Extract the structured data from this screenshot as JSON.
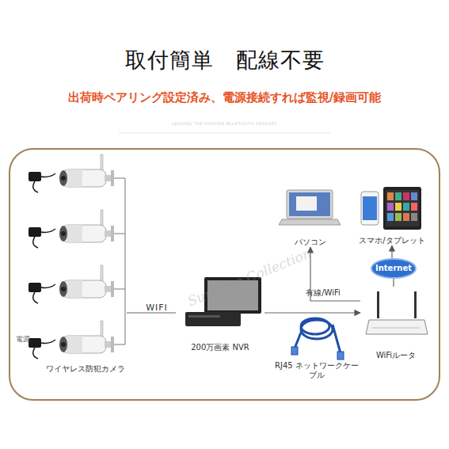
{
  "diagram": {
    "title": "取付簡単　配線不要",
    "nodes": [
      {
        "text": [
          "ワイヤレス防犯カメラ"
        ]
      },
      {
        "text": [
          "パソコン"
        ]
      },
      {
        "text": [
          "スマホ/タブレット"
        ]
      },
      {
        "text": [
          "Internet"
        ]
      },
      {
        "text": [
          "200万画素 NVR"
        ]
      },
      {
        "text": [
          "WiFiルータ"
        ]
      }
    ],
    "edges": [
      {
        "from": 0,
        "to": 4,
        "label": "WIFI",
        "arrow": "none"
      },
      {
        "from": 4,
        "to": 5,
        "label": "RJ45 ネットワークケーブル",
        "arrow": "to"
      },
      {
        "from": 5,
        "to": 1,
        "label": "有線/WiFi",
        "arrow": "to"
      },
      {
        "from": 5,
        "to": 3,
        "arrow": "none"
      },
      {
        "from": 3,
        "to": 2,
        "arrow": "to"
      }
    ],
    "labels": [
      "出荷時ペアリング設定済み、電源接続すれば監視/録画可能",
      "LEADING THE FASHION BLUETOOTH HEADSET",
      "Surprise Collection",
      "電源"
    ]
  }
}
